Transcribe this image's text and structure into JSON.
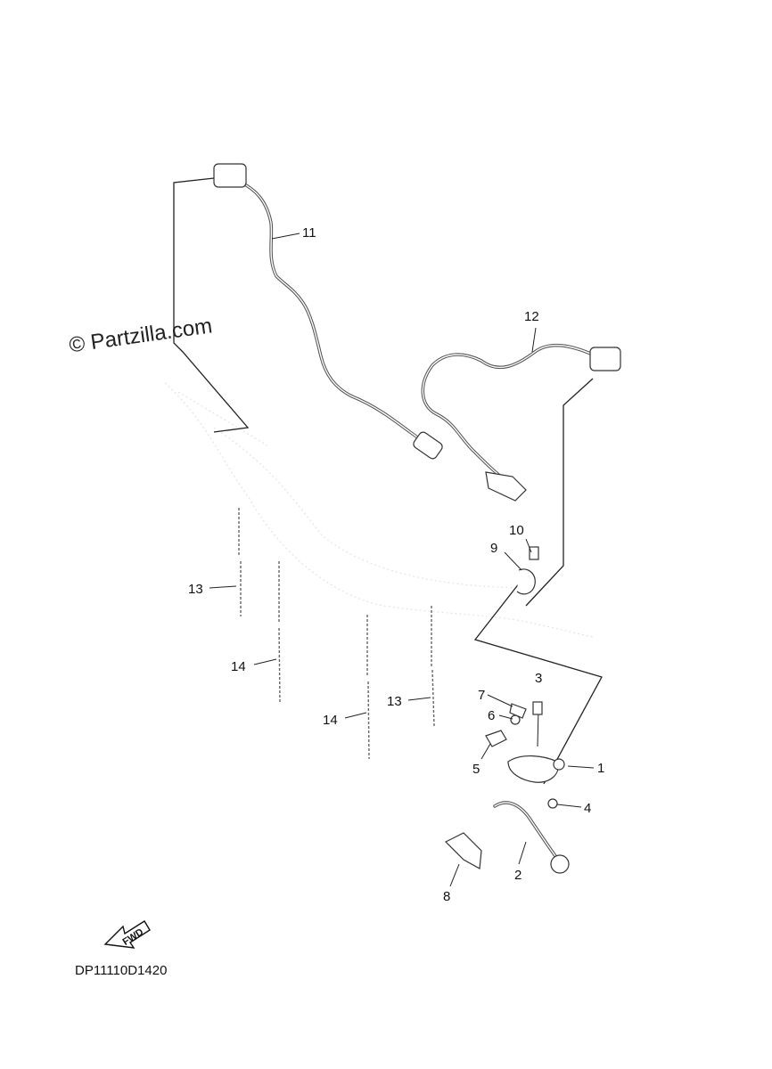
{
  "watermark": "© Partzilla.com",
  "diagram_code": "DP11110D1420",
  "fwd_label": "FWD",
  "callouts": {
    "c1": "1",
    "c2": "2",
    "c3": "3",
    "c4": "4",
    "c5": "5",
    "c6": "6",
    "c7": "7",
    "c8": "8",
    "c9": "9",
    "c10": "10",
    "c11": "11",
    "c12": "12",
    "c13a": "13",
    "c13b": "13",
    "c14a": "14",
    "c14b": "14"
  }
}
